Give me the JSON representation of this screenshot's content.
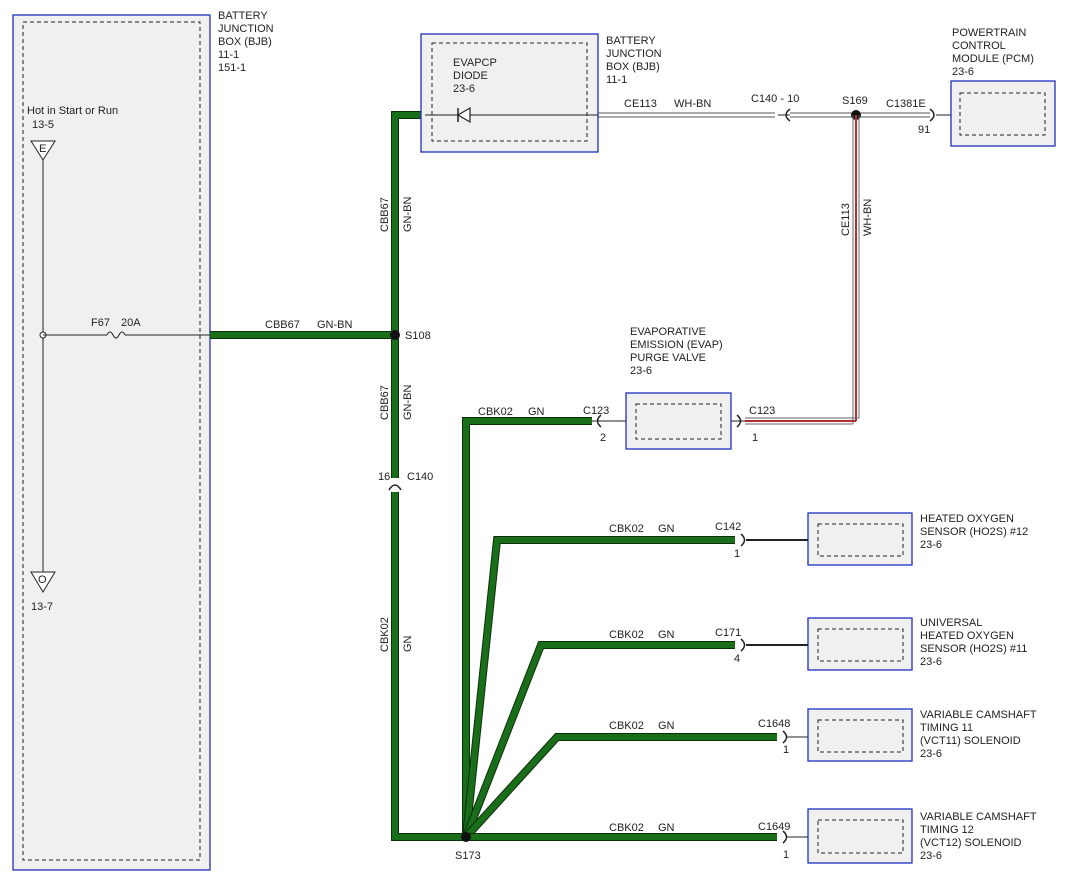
{
  "bjb_left": {
    "title": [
      "BATTERY",
      "JUNCTION",
      "BOX (BJB)",
      "11-1",
      "151-1"
    ],
    "hot_label": "Hot in Start or Run",
    "hot_ref": "13-5",
    "top_terminal": "E",
    "bottom_terminal": "O",
    "bottom_ref": "13-7",
    "fuse": "F67",
    "fuse_rating": "20A"
  },
  "evapcp": {
    "inner": [
      "EVAPCP",
      "DIODE",
      "23-6"
    ],
    "title": [
      "BATTERY",
      "JUNCTION",
      "BOX (BJB)",
      "11-1"
    ]
  },
  "pcm": {
    "title": [
      "POWERTRAIN",
      "CONTROL",
      "MODULE (PCM)",
      "23-6"
    ],
    "connector": "C1381E",
    "pin": "91"
  },
  "evap_valve": {
    "title": [
      "EVAPORATIVE",
      "EMISSION (EVAP)",
      "PURGE VALVE",
      "23-6"
    ],
    "left_connector": "C123",
    "left_pin": "2",
    "right_connector": "C123",
    "right_pin": "1"
  },
  "ho2s12": {
    "title": [
      "HEATED OXYGEN",
      "SENSOR (HO2S) #12",
      "23-6"
    ],
    "connector": "C142",
    "pin": "1"
  },
  "ho2s11": {
    "title": [
      "UNIVERSAL",
      "HEATED OXYGEN",
      "SENSOR (HO2S) #11",
      "23-6"
    ],
    "connector": "C171",
    "pin": "4"
  },
  "vct11": {
    "title": [
      "VARIABLE CAMSHAFT",
      "TIMING 11",
      "(VCT11) SOLENOID",
      "23-6"
    ],
    "connector": "C1648",
    "pin": "1"
  },
  "vct12": {
    "title": [
      "VARIABLE CAMSHAFT",
      "TIMING 12",
      "(VCT12) SOLENOID",
      "23-6"
    ],
    "connector": "C1649",
    "pin": "1"
  },
  "wires": {
    "ce113": "CE113",
    "whbn": "WH-BN",
    "c140_10": "C140 - 10",
    "s169": "S169",
    "cbb67": "CBB67",
    "gnbn": "GN-BN",
    "s108": "S108",
    "c140": "C140",
    "c140_pin": "16",
    "cbk02": "CBK02",
    "gn": "GN",
    "s173": "S173"
  },
  "colors": {
    "green_wire": "#1a6e1a",
    "box_border": "#1f2fc0",
    "red_wire": "#b03030"
  }
}
